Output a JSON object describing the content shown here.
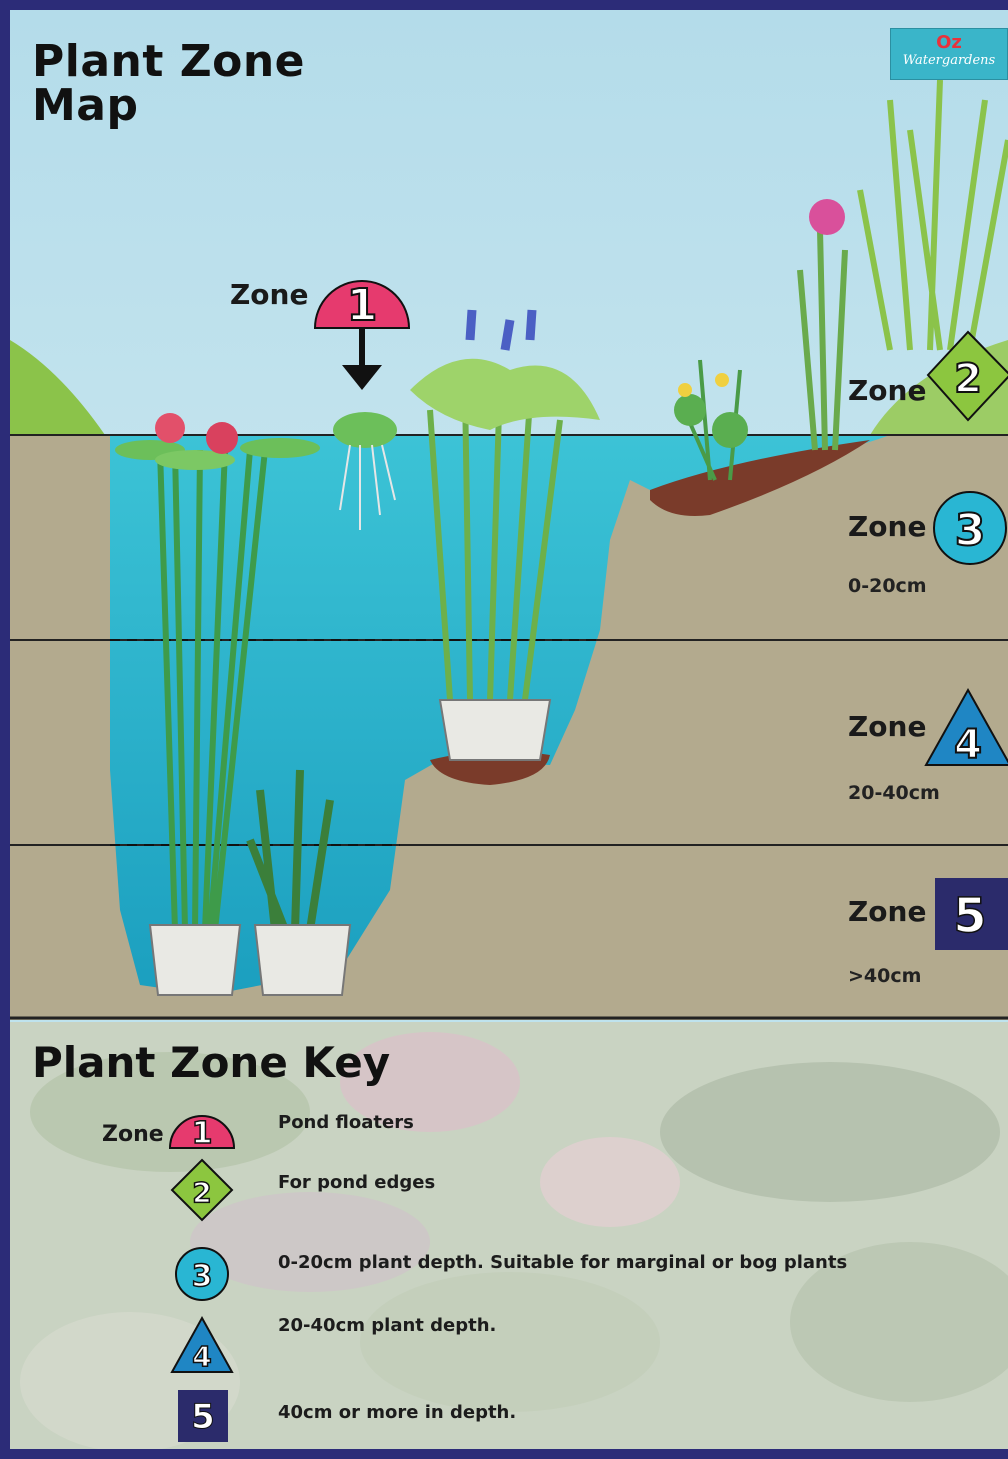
{
  "map": {
    "title": "Plant Zone Map",
    "logo": {
      "text_top": "Oz",
      "text_bottom": "Watergardens"
    },
    "zones": [
      {
        "word": "Zone",
        "number": "1",
        "shape": "half-circle",
        "color": "#e63a6e",
        "depth": ""
      },
      {
        "word": "Zone",
        "number": "2",
        "shape": "diamond",
        "color": "#8cc63f",
        "depth": ""
      },
      {
        "word": "Zone",
        "number": "3",
        "shape": "circle",
        "color": "#29b6d3",
        "depth": "0-20cm"
      },
      {
        "word": "Zone",
        "number": "4",
        "shape": "triangle",
        "color": "#1f86c4",
        "depth": "20-40cm"
      },
      {
        "word": "Zone",
        "number": "5",
        "shape": "square",
        "color": "#2b2b6b",
        "depth": ">40cm"
      }
    ]
  },
  "key": {
    "title": "Plant Zone Key",
    "zone_word": "Zone",
    "items": [
      {
        "number": "1",
        "description": "Pond floaters"
      },
      {
        "number": "2",
        "description": "For pond edges"
      },
      {
        "number": "3",
        "description": "0-20cm plant depth. Suitable for marginal or bog plants"
      },
      {
        "number": "4",
        "description": "20-40cm plant depth."
      },
      {
        "number": "5",
        "description": "40cm or more in depth."
      }
    ]
  },
  "colors": {
    "sky": "#bfe3ee",
    "water": "#3fb6cf",
    "soil": "#b3aa8e",
    "frame": "#2c2c78",
    "grass": "#8cc63f"
  }
}
